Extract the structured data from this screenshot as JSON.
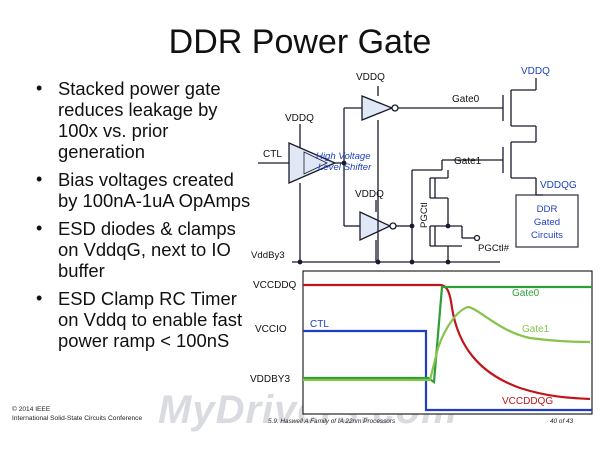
{
  "slide": {
    "title": "DDR Power Gate",
    "bullets": [
      "Stacked power gate reduces leakage by 100x vs. prior generation",
      "Bias voltages created by 100nA-1uA OpAmps",
      "ESD diodes & clamps on VddqG, next to IO buffer",
      "ESD Clamp RC Timer on Vddq to enable fast power ramp < 100nS"
    ]
  },
  "schematic": {
    "vddq_top": "VDDQ",
    "vddq_mid": "VDDQ",
    "vddq_lower": "VDDQ",
    "vddq_right": "VDDQ",
    "ctl": "CTL",
    "shifter_line1": "High Voltage",
    "shifter_line2": "Level Shifter",
    "gate0": "Gate0",
    "gate1": "Gate1",
    "pgctl": "PGCtl",
    "pgctl_bar": "PGCtl#",
    "vddby3": "VddBy3",
    "vddqg": "VDDQG",
    "ddr_gated_line1": "DDR",
    "ddr_gated_line2": "Gated",
    "ddr_gated_line3": "Circuits"
  },
  "waveform": {
    "y_labels": [
      "VCCDDQ",
      "VCCIO",
      "VDDBY3"
    ],
    "traces": [
      {
        "name": "Gate0",
        "color": "#2e9e3a"
      },
      {
        "name": "CTL",
        "color": "#1f3fbf"
      },
      {
        "name": "Gate1",
        "color": "#86c34a"
      },
      {
        "name": "VCCDDQG",
        "color": "#c0141a"
      }
    ]
  },
  "footer": {
    "copyright": "© 2014 IEEE",
    "conference": "International Solid-State Circuits Conference",
    "session": "5.9: Haswell A Family of IA 22nm Processors",
    "page": "40 of 43"
  },
  "watermark": "MyDrivers.com"
}
